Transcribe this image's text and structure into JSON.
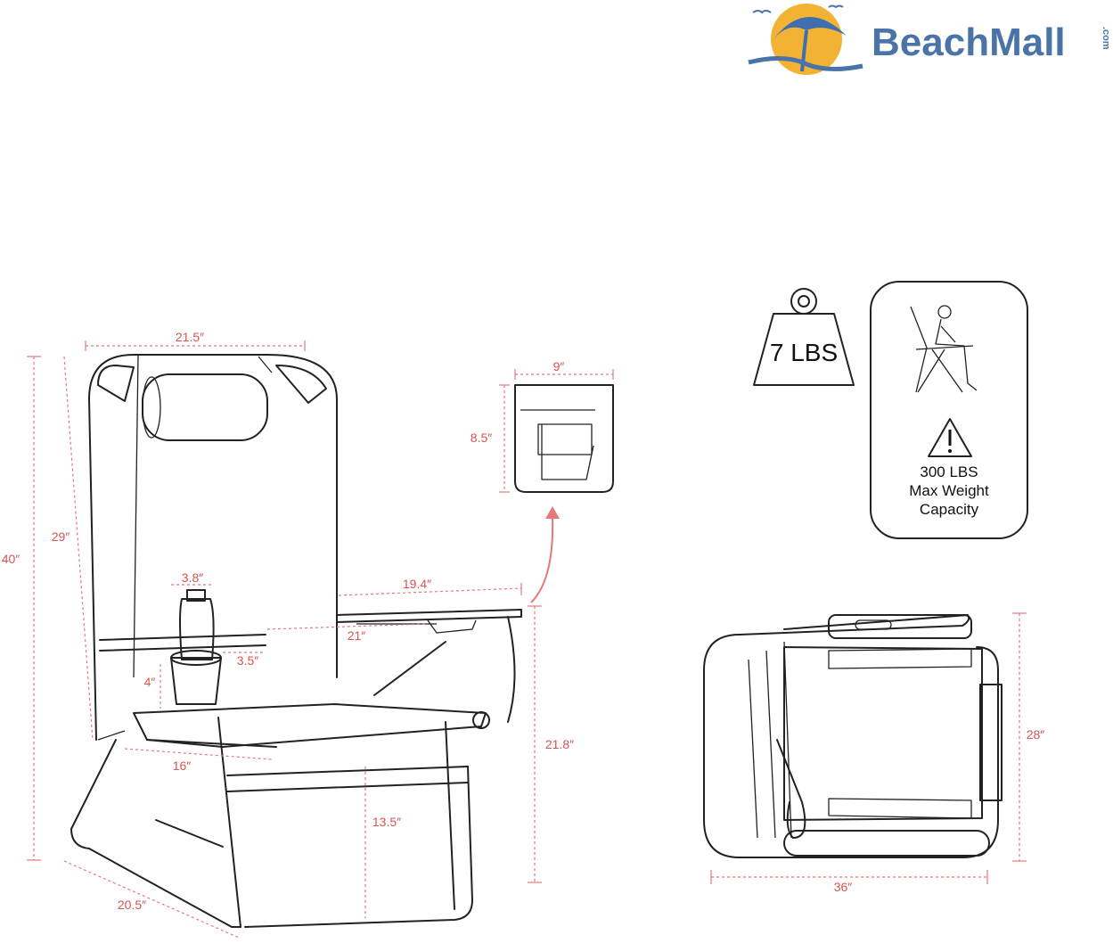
{
  "brand": {
    "name": "BeachMall",
    "suffix": ".com"
  },
  "colors": {
    "brand": "#4a73a8",
    "sun": "#f2b233",
    "dimension": "#d9534f",
    "ink": "#222222"
  },
  "chair_dimensions": {
    "top_width": "21.5″",
    "backrest_height": "29″",
    "total_height": "40″",
    "cupholder_width": "3.8″",
    "armrest_length": "19.4″",
    "seat_width": "21″",
    "cup_depth": "3.5″",
    "cup_height": "4″",
    "seat_depth": "16″",
    "arm_height": "21.8″",
    "seat_height": "13.5″",
    "base_depth": "20.5″"
  },
  "pouch_dimensions": {
    "width": "9″",
    "height": "8.5″"
  },
  "folded_dimensions": {
    "width": "36″",
    "height": "28″"
  },
  "weight": {
    "label": "7 LBS",
    "icon": "weight-icon"
  },
  "capacity": {
    "line1": "300 LBS",
    "line2": "Max Weight",
    "line3": "Capacity",
    "icon": "warning-icon"
  }
}
